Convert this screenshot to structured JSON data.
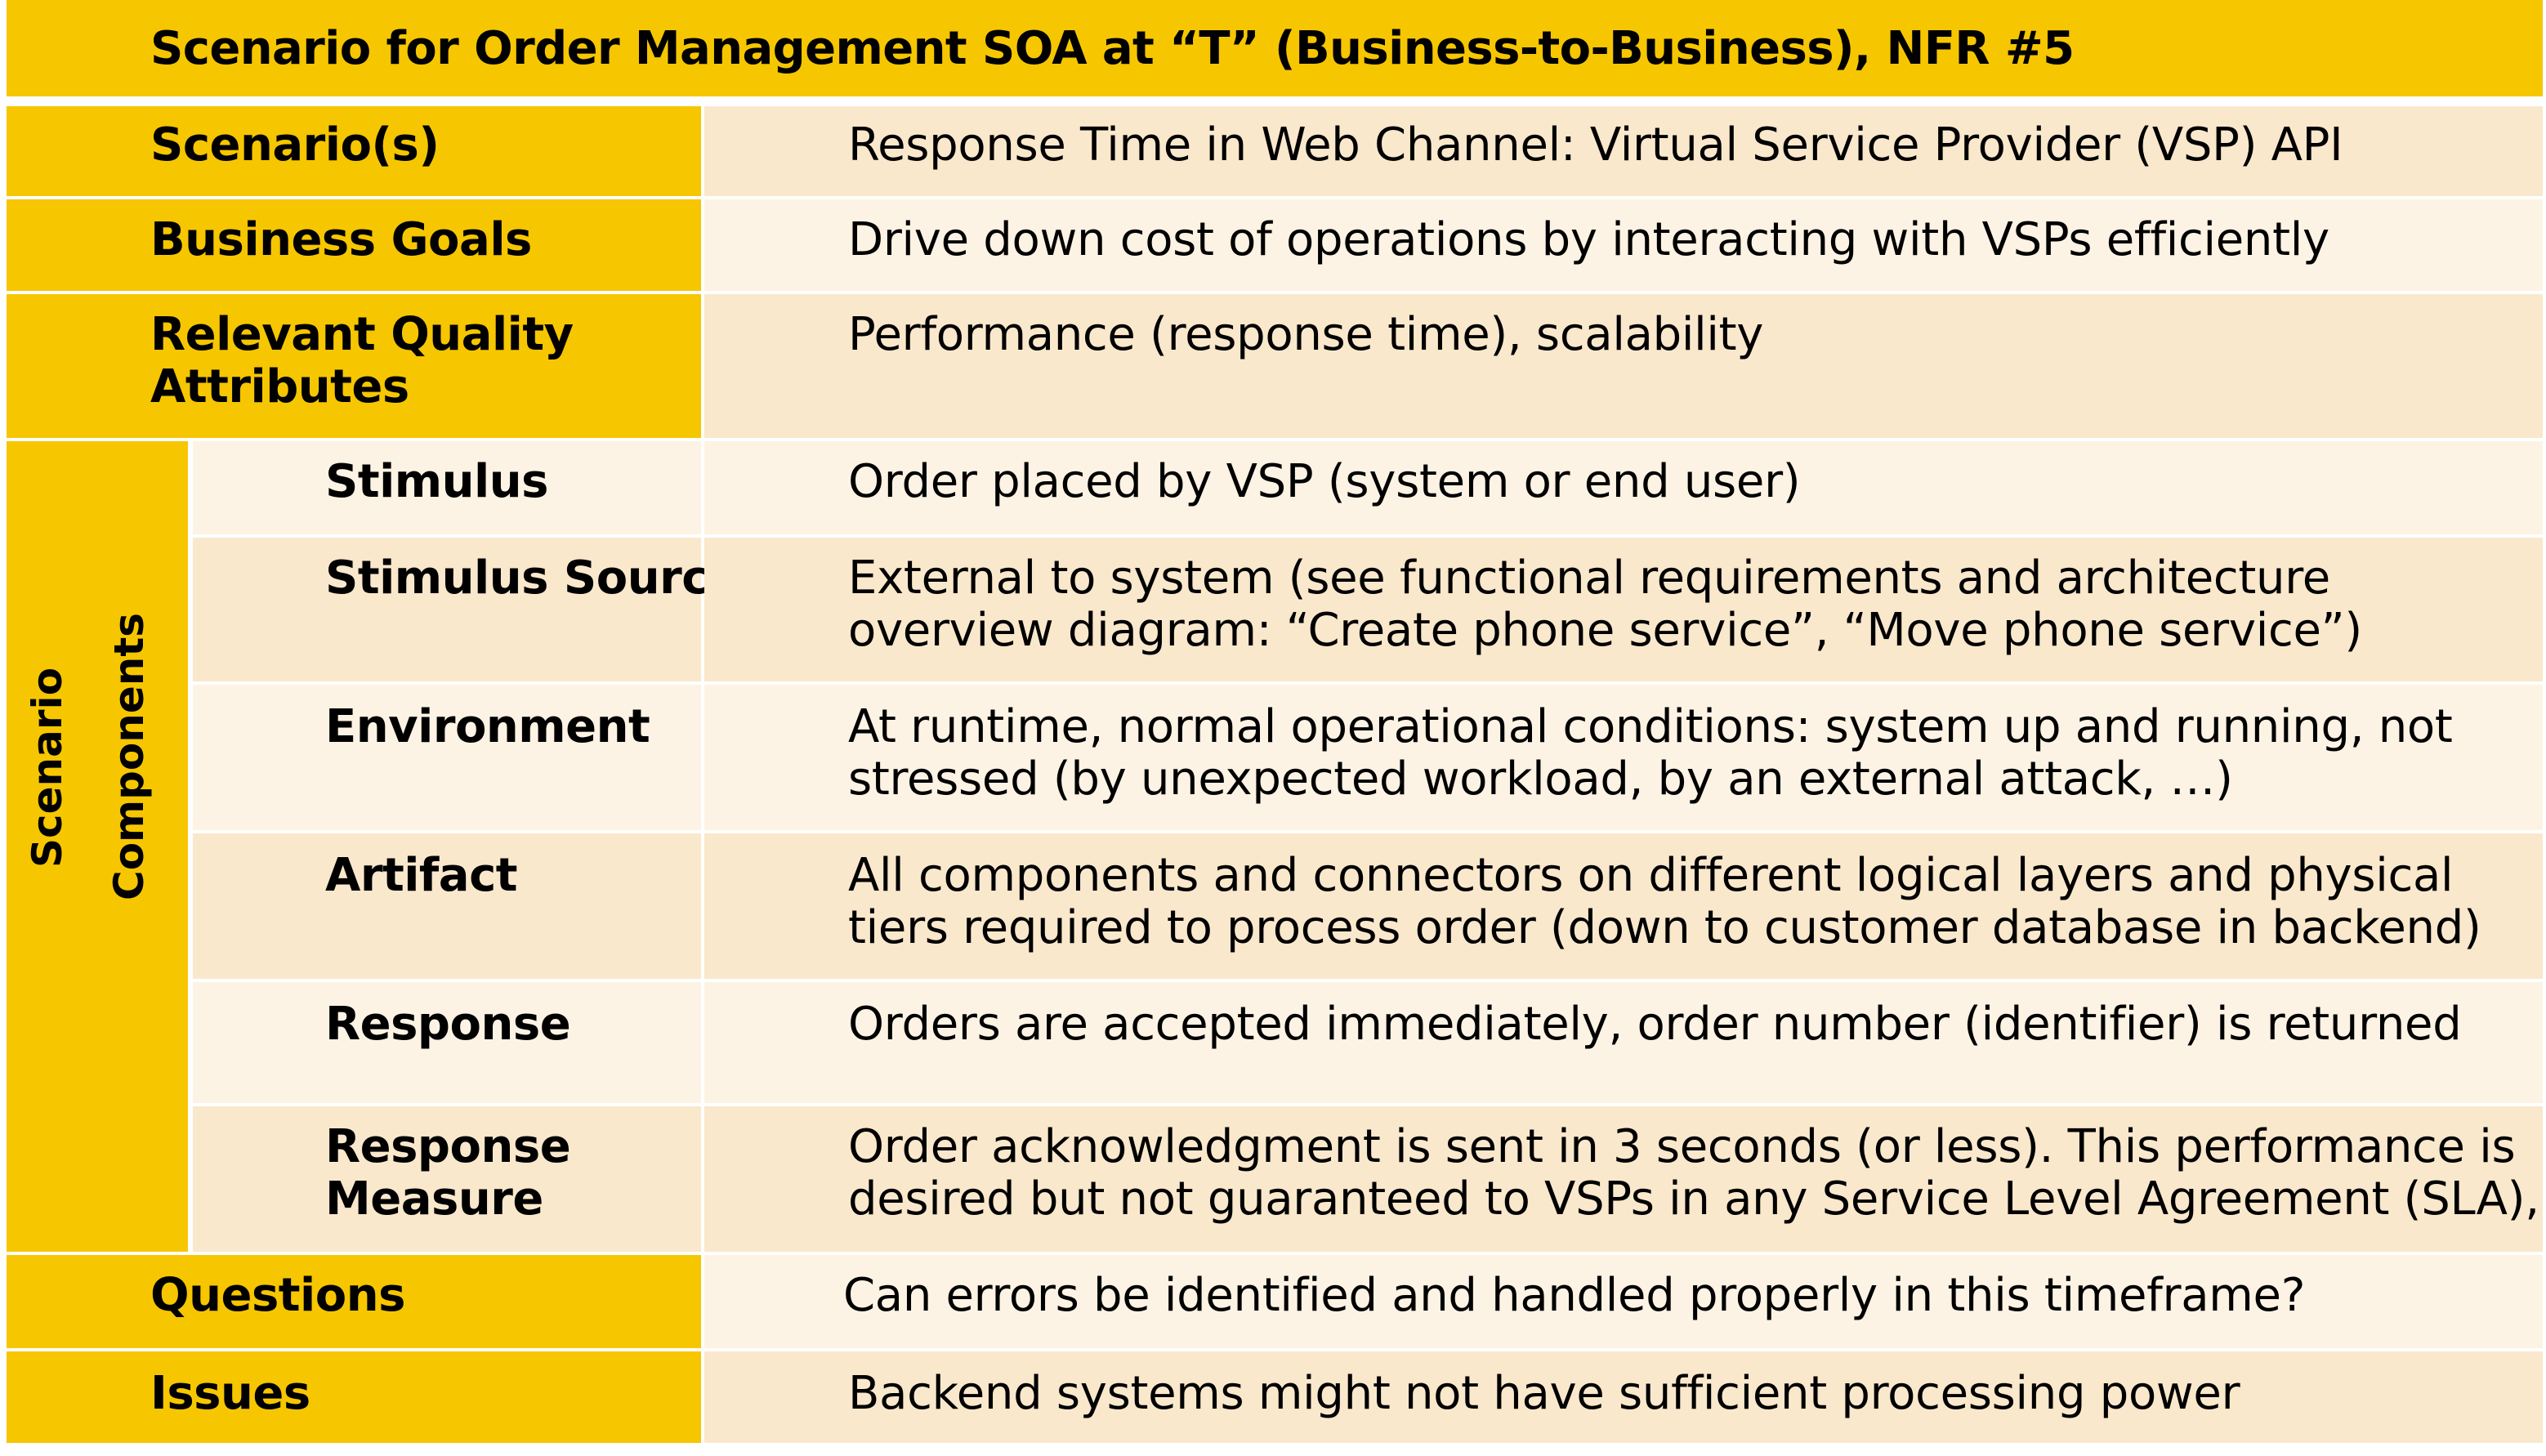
{
  "title": "Scenario for Order Management SOA at “T” (Business-to-Business), NFR #5",
  "rows": [
    {
      "label": "Scenario(s)",
      "value": [
        "Response Time in Web Channel: Virtual Service Provider (VSP) API"
      ]
    },
    {
      "label": "Business Goals",
      "value": [
        "Drive down cost of operations by interacting with VSPs efficiently"
      ]
    },
    {
      "label": [
        "Relevant Quality",
        "Attributes"
      ],
      "value": [
        "Performance (response time), scalability"
      ]
    }
  ],
  "group_label": [
    "Scenario",
    "Components"
  ],
  "components": [
    {
      "label": [
        "Stimulus"
      ],
      "value": [
        "Order placed by VSP (system or end user)"
      ]
    },
    {
      "label": [
        "Stimulus Source"
      ],
      "value": [
        "External to system (see functional requirements and architecture",
        "overview diagram: “Create phone service”, “Move phone service”)"
      ]
    },
    {
      "label": [
        "Environment"
      ],
      "value": [
        "At runtime, normal operational conditions: system up and running, not",
        "stressed (by unexpected workload, by an external attack, …)"
      ]
    },
    {
      "label": [
        "Artifact"
      ],
      "value": [
        "All components and connectors on different logical layers and physical",
        "tiers required to process order (down to customer database in backend)"
      ]
    },
    {
      "label": [
        "Response"
      ],
      "value": [
        "Orders are accepted immediately, order number (identifier) is returned"
      ]
    },
    {
      "label": [
        "Response",
        "Measure"
      ],
      "value": [
        "Order acknowledgment is sent in 3 seconds (or less). This performance is",
        "desired but not guaranteed to VSPs in any Service Level Agreement (SLA),"
      ]
    }
  ],
  "questions": {
    "label": "Questions",
    "value": "Can errors be identified and handled properly in this timeframe?"
  },
  "issues": {
    "label": "Issues",
    "value": "Backend systems might not have sufficient processing power"
  }
}
